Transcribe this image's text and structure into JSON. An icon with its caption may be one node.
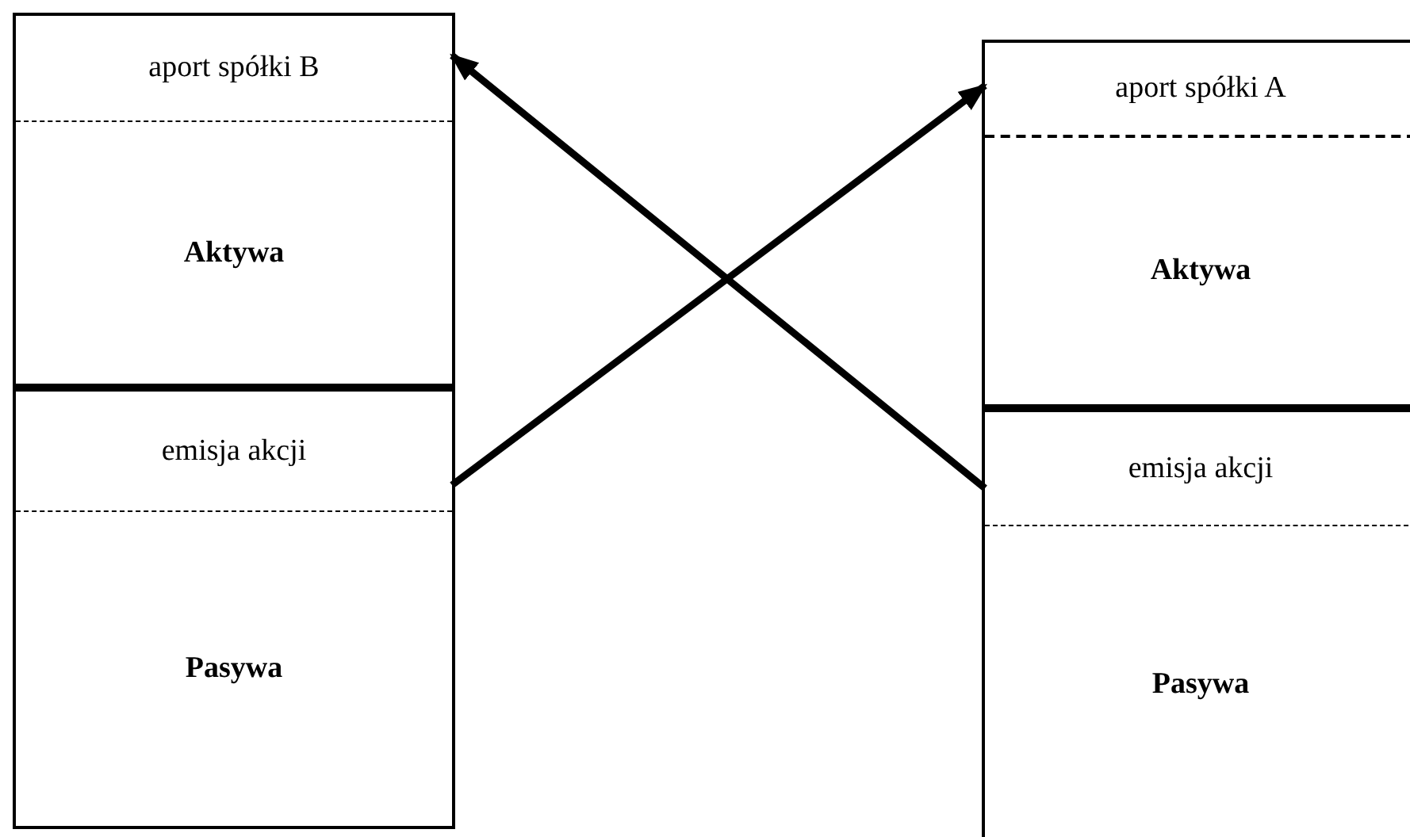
{
  "diagram": {
    "nodes": [
      {
        "text": [],
        "shape": "box"
      },
      {
        "text": [
          "aport spółki B"
        ],
        "in": 0
      },
      {
        "text": [
          "Aktywa"
        ],
        "in": 0
      },
      {
        "text": [
          "emisja akcji"
        ],
        "in": 0
      },
      {
        "text": [
          "Pasywa"
        ],
        "in": 0
      },
      {
        "text": [],
        "shape": "box"
      },
      {
        "text": [
          "aport spółki A"
        ],
        "in": 5
      },
      {
        "text": [
          "Aktywa"
        ],
        "in": 5
      },
      {
        "text": [
          "emisja akcji"
        ],
        "in": 5
      },
      {
        "text": [
          "Pasywa"
        ],
        "in": 5
      }
    ],
    "edges": [
      {
        "from": 3,
        "to": 6,
        "arrow": "to"
      },
      {
        "from": 8,
        "to": 1,
        "arrow": "to"
      }
    ]
  }
}
